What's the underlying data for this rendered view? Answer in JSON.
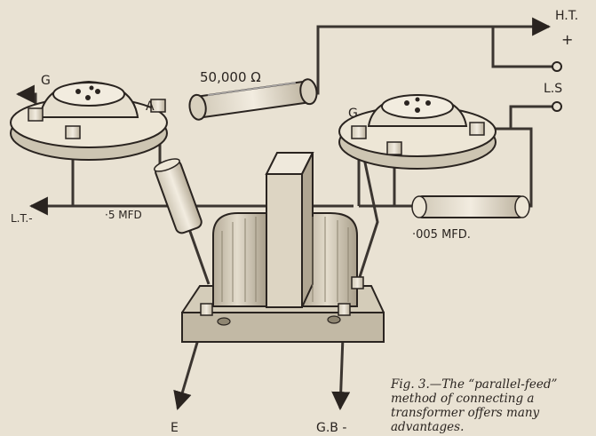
{
  "labels": {
    "ht": "H.T.",
    "ht_plus": "+",
    "ls": "L.S",
    "g_left": "G",
    "g_right": "G",
    "a": "A",
    "resistor": "50,000 Ω",
    "lt_minus": "L.T.-",
    "cap_5": "·5 MFD",
    "cap_005": "·005 MFD.",
    "e": "E",
    "gb_minus": "G.B -"
  },
  "caption": "Fig. 3.—The “parallel-feed” method of connecting a transformer offers many advantages.",
  "colors": {
    "paper": "#e9e2d3",
    "ink": "#2a2420",
    "wire": "#3b3530"
  }
}
